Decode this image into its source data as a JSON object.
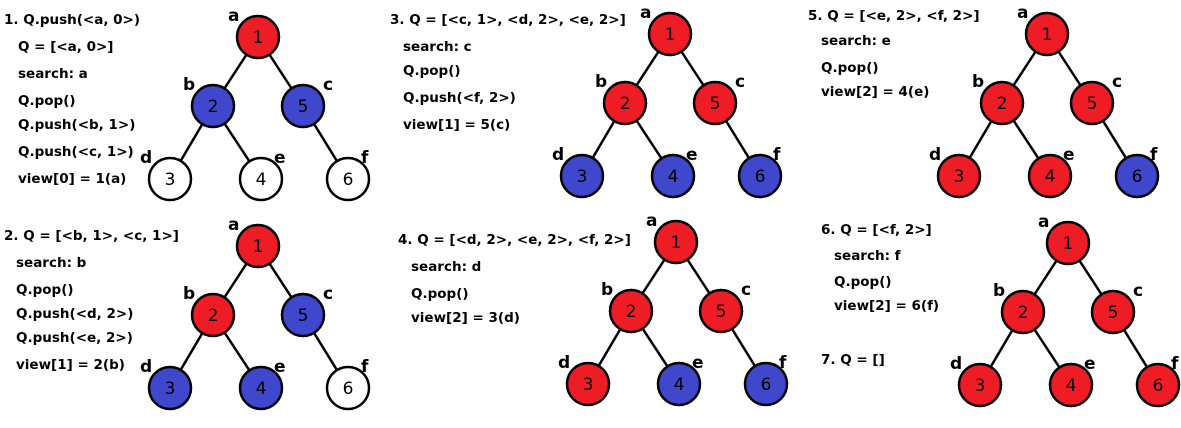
{
  "colors": {
    "red": "#ee1c24",
    "blue": "#3f48cc",
    "white": "#ffffff",
    "edge": "#000000"
  },
  "panels": [
    {
      "lines": [
        "1. Q.push(<a, 0>)",
        "Q = [<a, 0>]",
        "search: a",
        "Q.pop()",
        "Q.push(<b, 1>)",
        "Q.push(<c, 1>)",
        "view[0] = 1(a)"
      ],
      "nodes": [
        {
          "label": "a",
          "value": "1",
          "state": "red"
        },
        {
          "label": "b",
          "value": "2",
          "state": "blue"
        },
        {
          "label": "c",
          "value": "5",
          "state": "blue"
        },
        {
          "label": "d",
          "value": "3",
          "state": "white"
        },
        {
          "label": "e",
          "value": "4",
          "state": "white"
        },
        {
          "label": "f",
          "value": "6",
          "state": "white"
        }
      ]
    },
    {
      "lines": [
        "2. Q = [<b, 1>, <c, 1>]",
        "search: b",
        "Q.pop()",
        "Q.push(<d, 2>)",
        "Q.push(<e, 2>)",
        "view[1] = 2(b)"
      ],
      "nodes": [
        {
          "label": "a",
          "value": "1",
          "state": "red"
        },
        {
          "label": "b",
          "value": "2",
          "state": "red"
        },
        {
          "label": "c",
          "value": "5",
          "state": "blue"
        },
        {
          "label": "d",
          "value": "3",
          "state": "blue"
        },
        {
          "label": "e",
          "value": "4",
          "state": "blue"
        },
        {
          "label": "f",
          "value": "6",
          "state": "white"
        }
      ]
    },
    {
      "lines": [
        "3. Q = [<c, 1>, <d, 2>, <e, 2>]",
        "search: c",
        "Q.pop()",
        "Q.push(<f, 2>)",
        "view[1] = 5(c)"
      ],
      "nodes": [
        {
          "label": "a",
          "value": "1",
          "state": "red"
        },
        {
          "label": "b",
          "value": "2",
          "state": "red"
        },
        {
          "label": "c",
          "value": "5",
          "state": "red"
        },
        {
          "label": "d",
          "value": "3",
          "state": "blue"
        },
        {
          "label": "e",
          "value": "4",
          "state": "blue"
        },
        {
          "label": "f",
          "value": "6",
          "state": "blue"
        }
      ]
    },
    {
      "lines": [
        "4. Q = [<d, 2>, <e, 2>, <f, 2>]",
        "search: d",
        "Q.pop()",
        "view[2] = 3(d)"
      ],
      "nodes": [
        {
          "label": "a",
          "value": "1",
          "state": "red"
        },
        {
          "label": "b",
          "value": "2",
          "state": "red"
        },
        {
          "label": "c",
          "value": "5",
          "state": "red"
        },
        {
          "label": "d",
          "value": "3",
          "state": "red"
        },
        {
          "label": "e",
          "value": "4",
          "state": "blue"
        },
        {
          "label": "f",
          "value": "6",
          "state": "blue"
        }
      ]
    },
    {
      "lines": [
        "5. Q = [<e, 2>, <f, 2>]",
        "search: e",
        "Q.pop()",
        "view[2] = 4(e)"
      ],
      "nodes": [
        {
          "label": "a",
          "value": "1",
          "state": "red"
        },
        {
          "label": "b",
          "value": "2",
          "state": "red"
        },
        {
          "label": "c",
          "value": "5",
          "state": "red"
        },
        {
          "label": "d",
          "value": "3",
          "state": "red"
        },
        {
          "label": "e",
          "value": "4",
          "state": "red"
        },
        {
          "label": "f",
          "value": "6",
          "state": "blue"
        }
      ]
    },
    {
      "lines": [
        "6. Q = [<f, 2>]",
        "search: f",
        "Q.pop()",
        "view[2] = 6(f)",
        "7. Q = []"
      ],
      "nodes": [
        {
          "label": "a",
          "value": "1",
          "state": "red"
        },
        {
          "label": "b",
          "value": "2",
          "state": "red"
        },
        {
          "label": "c",
          "value": "5",
          "state": "red"
        },
        {
          "label": "d",
          "value": "3",
          "state": "red"
        },
        {
          "label": "e",
          "value": "4",
          "state": "red"
        },
        {
          "label": "f",
          "value": "6",
          "state": "red"
        }
      ]
    }
  ]
}
